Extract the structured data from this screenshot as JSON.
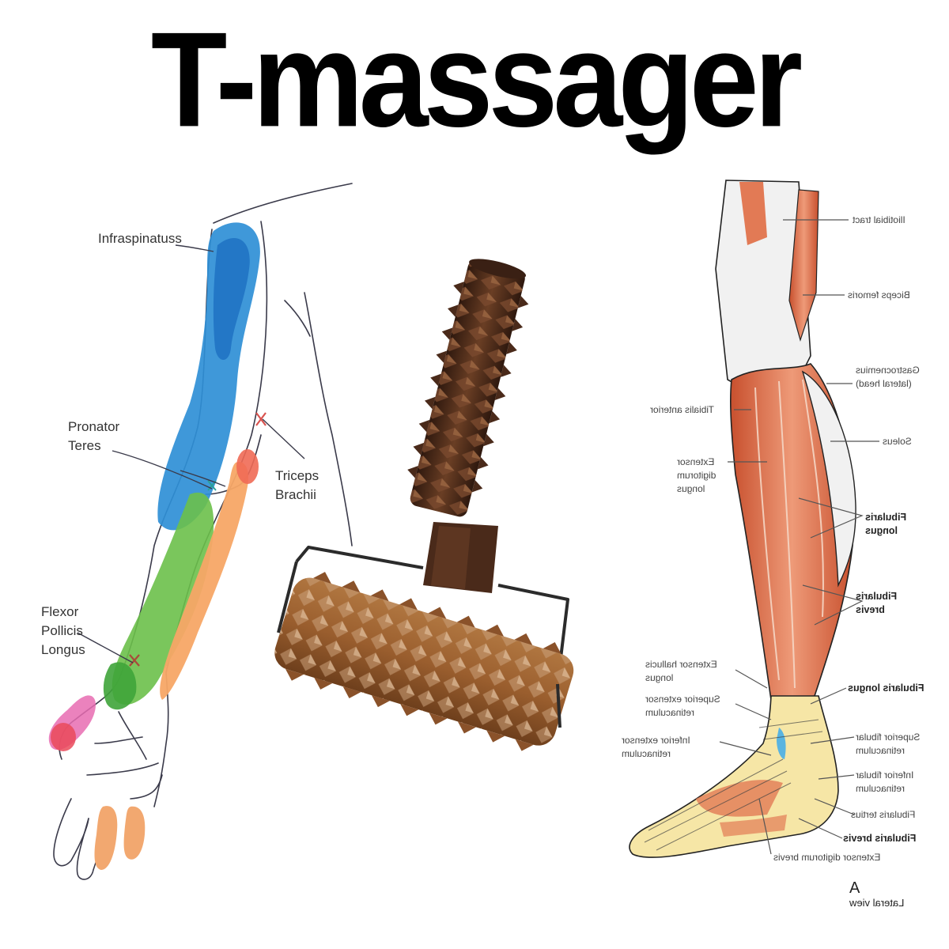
{
  "title": "T-massager",
  "colors": {
    "title": "#000000",
    "background": "#ffffff",
    "infraspinatus_blue": "#2f8fd6",
    "pronator_green": "#6cc04a",
    "triceps_red": "#f06a55",
    "forearm_orange": "#f7a766",
    "thumb_pink": "#e86cb2",
    "roller_wood": "#9a5e2e",
    "handle_wood": "#4a2a1a",
    "frame_wire": "#2b2b2b",
    "muscle_red": "#e27a55",
    "tendon_white": "#f1f1f1",
    "bone_yellow": "#f6e6a6"
  },
  "arm_diagram": {
    "labels": [
      {
        "id": "infraspinatus",
        "text": "Infraspinatuss"
      },
      {
        "id": "pronator-teres",
        "text": "Pronator\nTeres"
      },
      {
        "id": "triceps-brachii",
        "text": "Triceps\nBrachii"
      },
      {
        "id": "flexor-pollicis-longus",
        "text": "Flexor\nPollicis\nLongus"
      }
    ]
  },
  "product": {
    "name": "wooden T-shaped spiked roller massager",
    "parts": [
      "spiked handle",
      "smooth neck",
      "metal wire frame",
      "spiked roller drum"
    ]
  },
  "leg_diagram": {
    "mirrored": true,
    "labels": [
      {
        "id": "iliotibial-tract",
        "text": "Iliotibial tract",
        "bold": false
      },
      {
        "id": "biceps-femoris",
        "text": "Biceps femoris",
        "bold": false
      },
      {
        "id": "gastrocnemius",
        "text": "Gastrocnemius\n(lateral head)",
        "bold": false
      },
      {
        "id": "tibialis-anterior",
        "text": "Tibialis anterior",
        "bold": false
      },
      {
        "id": "soleus",
        "text": "Soleus",
        "bold": false
      },
      {
        "id": "extensor-digitorum-longus",
        "text": "Extensor\ndigitorum\nlongus",
        "bold": false
      },
      {
        "id": "fibularis-longus-upper",
        "text": "Fibularis\nlongus",
        "bold": true
      },
      {
        "id": "fibularis-brevis-upper",
        "text": "Fibularis\nbrevis",
        "bold": true
      },
      {
        "id": "extensor-hallucis-longus",
        "text": "Extensor hallucis\nlongus",
        "bold": false
      },
      {
        "id": "fibularis-longus-lower",
        "text": "Fibularis longus",
        "bold": true
      },
      {
        "id": "superior-extensor-retinaculum",
        "text": "Superior extensor\nretinaculum",
        "bold": false
      },
      {
        "id": "superior-fibular-retinaculum",
        "text": "Superior fibular\nretinaculum",
        "bold": false
      },
      {
        "id": "inferior-extensor-retinaculum",
        "text": "Inferior extensor\nretinaculum",
        "bold": false
      },
      {
        "id": "inferior-fibular-retinaculum",
        "text": "Inferior fibular\nretinaculum",
        "bold": false
      },
      {
        "id": "fibularis-tertius",
        "text": "Fibularis tertius",
        "bold": false
      },
      {
        "id": "fibularis-brevis-lower",
        "text": "Fibularis brevis",
        "bold": true
      },
      {
        "id": "extensor-digitorum-brevis",
        "text": "Extensor digitorum brevis",
        "bold": false
      }
    ],
    "view_letter": "A",
    "view_caption": "Lateral view"
  }
}
